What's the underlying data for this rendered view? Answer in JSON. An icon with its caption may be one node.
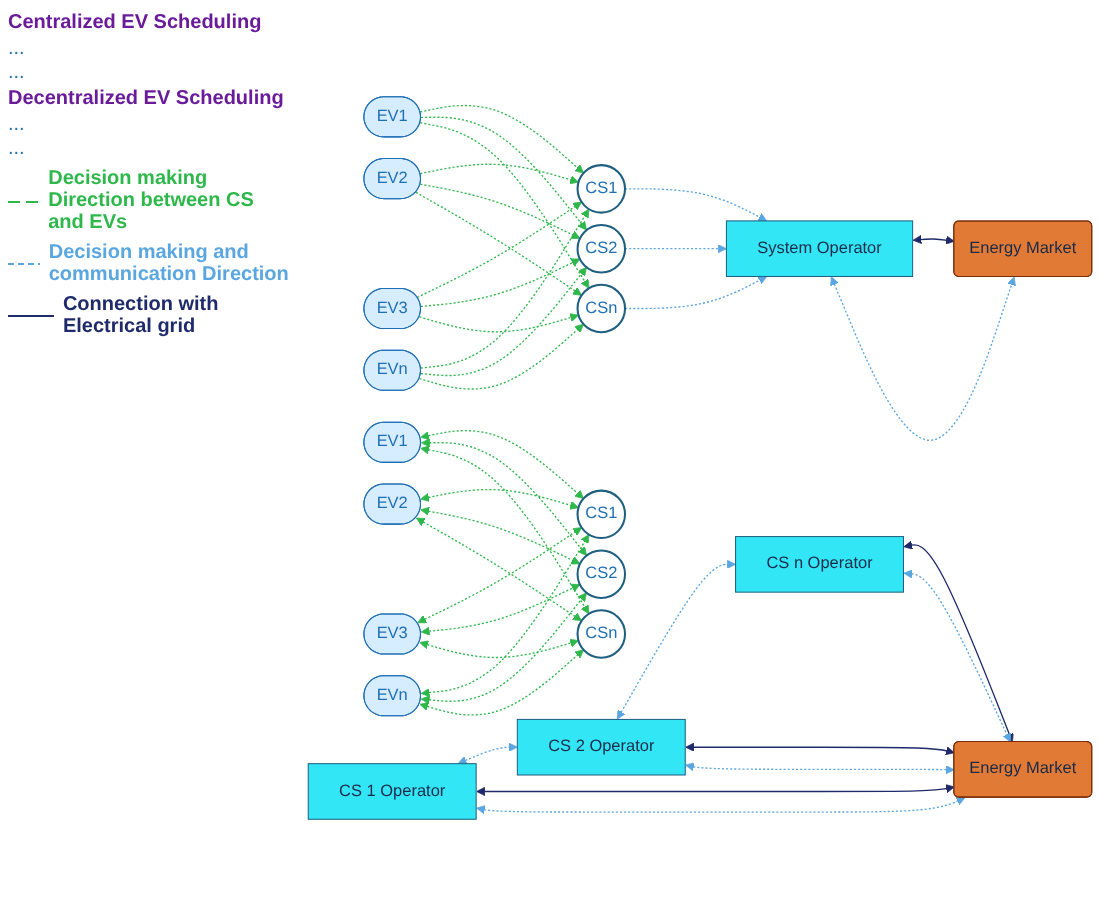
{
  "diagram": {
    "nodes": [
      {
        "text": [
          "EV1"
        ]
      },
      {
        "text": [
          "EV2"
        ]
      },
      {
        "text": [
          "EV3"
        ]
      },
      {
        "text": [
          "EVn"
        ]
      },
      {
        "text": [
          "CS1"
        ]
      },
      {
        "text": [
          "CS2"
        ]
      },
      {
        "text": [
          "CSn"
        ]
      },
      {
        "text": [
          "System Operator"
        ]
      },
      {
        "text": [
          "Energy Market"
        ]
      },
      {
        "text": [
          "EV1"
        ]
      },
      {
        "text": [
          "EV2"
        ]
      },
      {
        "text": [
          "EV3"
        ]
      },
      {
        "text": [
          "EVn"
        ]
      },
      {
        "text": [
          "CS1"
        ]
      },
      {
        "text": [
          "CS 1 Operator"
        ]
      },
      {
        "text": [
          "CS2"
        ]
      },
      {
        "text": [
          "CS 2 Operator"
        ]
      },
      {
        "text": [
          "CSn"
        ]
      },
      {
        "text": [
          "CS n Operator"
        ]
      },
      {
        "text": [
          "Energy Market"
        ]
      }
    ],
    "edges": [
      {
        "from": 0,
        "to": 4,
        "arrow": "to",
        "style": "dashed"
      },
      {
        "from": 0,
        "to": 5,
        "arrow": "to",
        "style": "dashed"
      },
      {
        "from": 0,
        "to": 6,
        "arrow": "to",
        "style": "dashed"
      },
      {
        "from": 1,
        "to": 4,
        "arrow": "to",
        "style": "dashed"
      },
      {
        "from": 1,
        "to": 5,
        "arrow": "to",
        "style": "dashed"
      },
      {
        "from": 1,
        "to": 6,
        "arrow": "to",
        "style": "dashed"
      },
      {
        "from": 2,
        "to": 4,
        "arrow": "to",
        "style": "dashed"
      },
      {
        "from": 2,
        "to": 5,
        "arrow": "to",
        "style": "dashed"
      },
      {
        "from": 2,
        "to": 6,
        "arrow": "to",
        "style": "dashed"
      },
      {
        "from": 3,
        "to": 4,
        "arrow": "to",
        "style": "dashed"
      },
      {
        "from": 3,
        "to": 5,
        "arrow": "to",
        "style": "dashed"
      },
      {
        "from": 3,
        "to": 6,
        "arrow": "to",
        "style": "dashed"
      },
      {
        "from": 4,
        "to": 7,
        "arrow": "to",
        "style": "dashed",
        "color": "#5aa6e0"
      },
      {
        "from": 5,
        "to": 7,
        "arrow": "to",
        "style": "dashed",
        "color": "#5aa6e0"
      },
      {
        "from": 6,
        "to": 7,
        "arrow": "to",
        "style": "dashed",
        "color": "#5aa6e0"
      },
      {
        "from": 7,
        "to": 8,
        "arrow": "both",
        "color": "#1f2a6b"
      },
      {
        "from": 7,
        "to": 8,
        "arrow": "both",
        "style": "dashed",
        "color": "#5aa6e0"
      },
      {
        "from": 9,
        "to": 13,
        "arrow": "both",
        "style": "dashed"
      },
      {
        "from": 9,
        "to": 15,
        "arrow": "both",
        "style": "dashed"
      },
      {
        "from": 9,
        "to": 17,
        "arrow": "both",
        "style": "dashed"
      },
      {
        "from": 10,
        "to": 13,
        "arrow": "both",
        "style": "dashed"
      },
      {
        "from": 10,
        "to": 15,
        "arrow": "both",
        "style": "dashed"
      },
      {
        "from": 10,
        "to": 17,
        "arrow": "both",
        "style": "dashed"
      },
      {
        "from": 11,
        "to": 13,
        "arrow": "both",
        "style": "dashed"
      },
      {
        "from": 11,
        "to": 15,
        "arrow": "both",
        "style": "dashed"
      },
      {
        "from": 11,
        "to": 17,
        "arrow": "both",
        "style": "dashed"
      },
      {
        "from": 12,
        "to": 13,
        "arrow": "both",
        "style": "dashed"
      },
      {
        "from": 12,
        "to": 15,
        "arrow": "both",
        "style": "dashed"
      },
      {
        "from": 12,
        "to": 17,
        "arrow": "both",
        "style": "dashed"
      },
      {
        "from": 14,
        "to": 16,
        "arrow": "both",
        "style": "dashed",
        "color": "#5aa6e0"
      },
      {
        "from": 16,
        "to": 18,
        "arrow": "both",
        "style": "dashed",
        "color": "#5aa6e0"
      },
      {
        "from": 14,
        "to": 19,
        "arrow": "both",
        "color": "#1f2a6b"
      },
      {
        "from": 14,
        "to": 19,
        "arrow": "both",
        "style": "dashed",
        "color": "#5aa6e0"
      },
      {
        "from": 16,
        "to": 19,
        "arrow": "both",
        "color": "#1f2a6b"
      },
      {
        "from": 16,
        "to": 19,
        "arrow": "both",
        "style": "dashed",
        "color": "#5aa6e0"
      },
      {
        "from": 18,
        "to": 19,
        "arrow": "both",
        "color": "#1f2a6b"
      },
      {
        "from": 18,
        "to": 19,
        "arrow": "both",
        "style": "dashed",
        "color": "#5aa6e0"
      }
    ],
    "labels": [
      "Centralized EV Scheduling",
      "...",
      "...",
      "Decentralized EV Scheduling",
      "...",
      "..."
    ],
    "legend": [
      {
        "text": "Decision making Direction between CS and EVs"
      },
      {
        "text": "Decision making and communication Direction"
      },
      {
        "text": "Connection with Electrical grid"
      }
    ]
  }
}
